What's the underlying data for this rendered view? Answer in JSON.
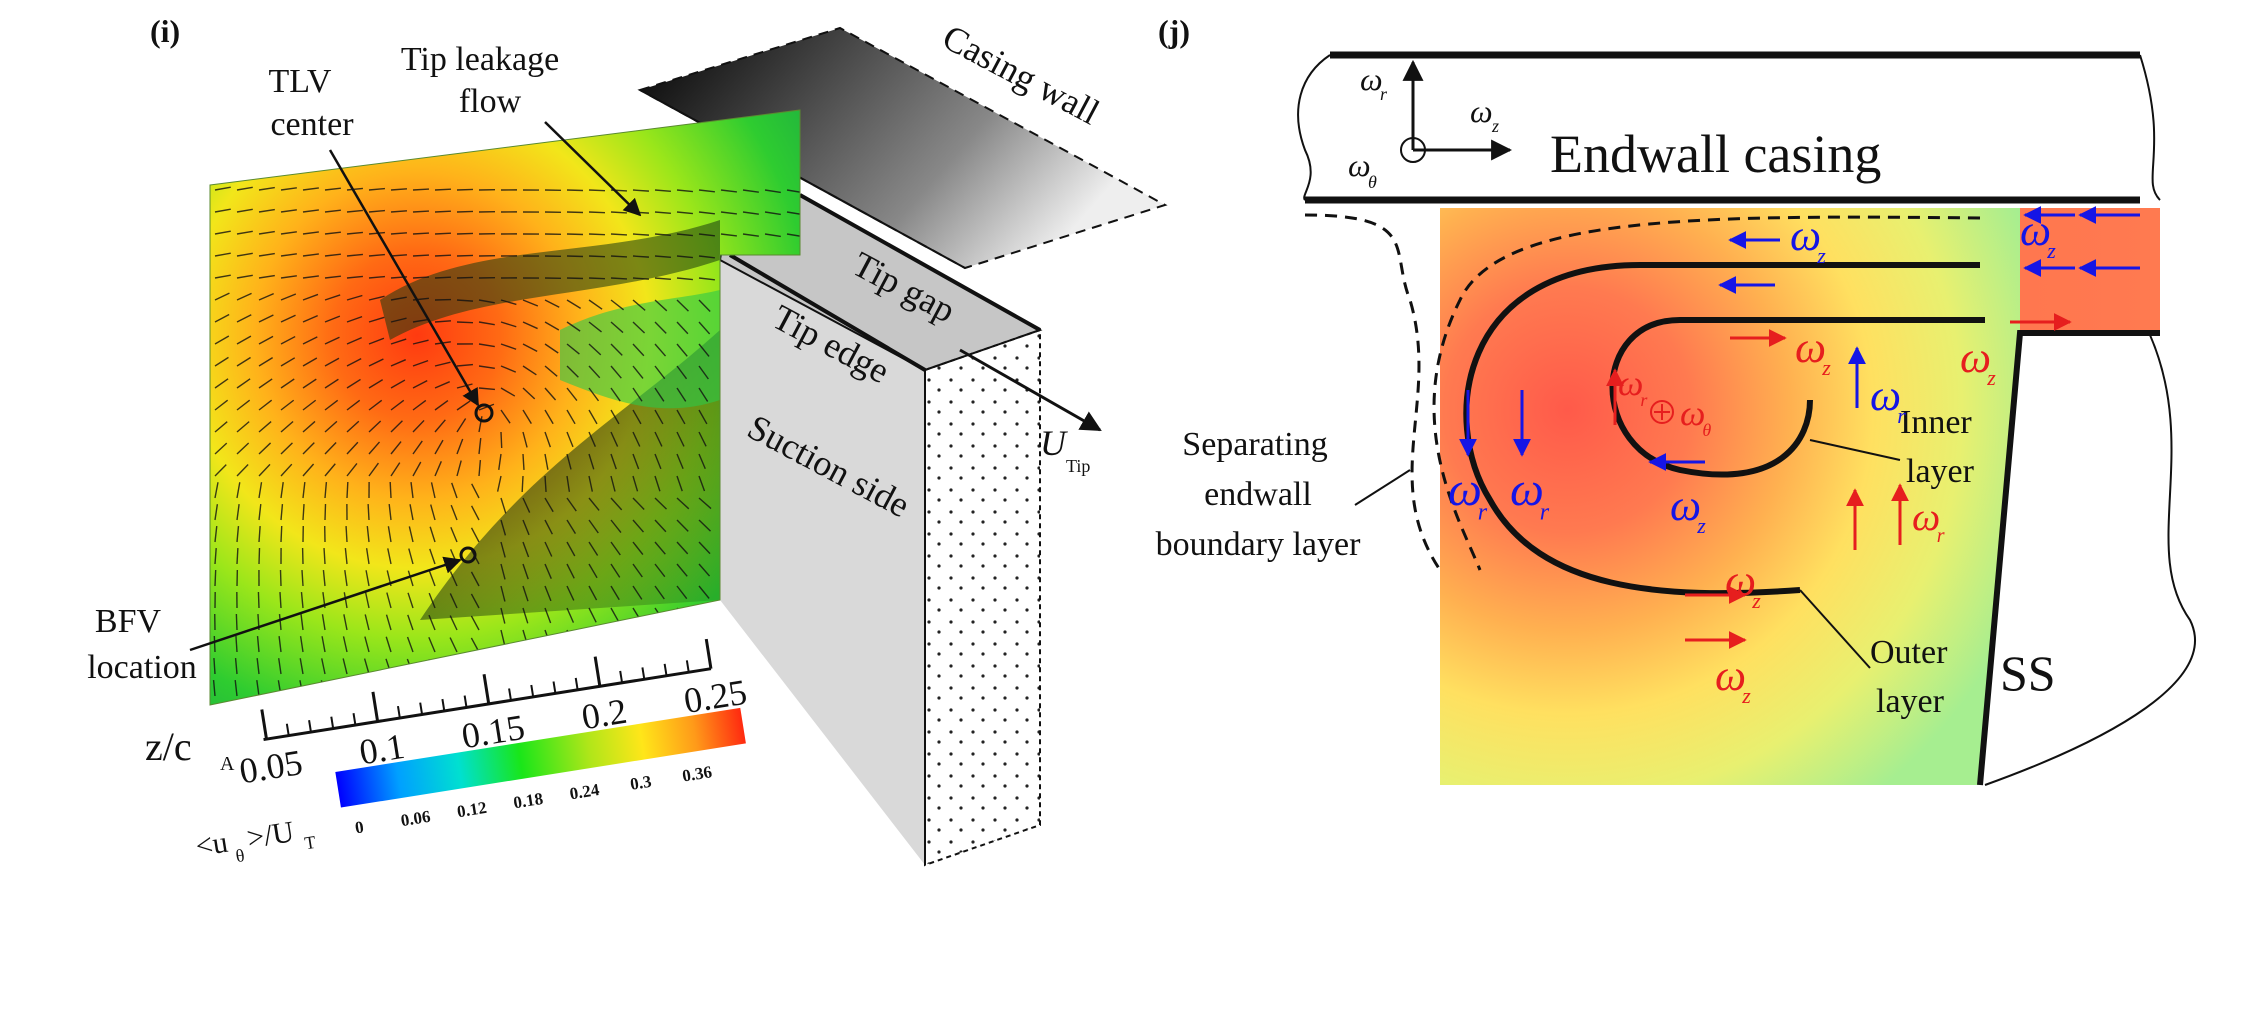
{
  "left_panel": {
    "panel_label": "(i)",
    "labels": {
      "tlv_1": "TLV",
      "tlv_2": "center",
      "tlf_1": "Tip leakage",
      "tlf_2": "flow",
      "casing_wall": "Casing wall",
      "tip_gap": "Tip gap",
      "tip_edge": "Tip edge",
      "suction_side": "Suction side",
      "u_tip": "U",
      "u_tip_sub": "Tip",
      "bfv_1": "BFV",
      "bfv_2": "location"
    },
    "z_axis": {
      "label_main": "z/c",
      "label_sub": "A",
      "ticks": [
        "0.05",
        "0.1",
        "0.15",
        "0.2",
        "0.25"
      ]
    },
    "colorbar": {
      "label_prefix": "<u",
      "label_sub": "θ",
      "label_mid": ">/U",
      "label_sub2": "T",
      "ticks": [
        "0",
        "0.06",
        "0.12",
        "0.18",
        "0.24",
        "0.3",
        "0.36"
      ],
      "colors": [
        "#0000ff",
        "#00b0ff",
        "#00e5c8",
        "#19e619",
        "#a8e619",
        "#ffe619",
        "#ffa619",
        "#ff3b10"
      ]
    }
  },
  "right_panel": {
    "panel_label": "(j)",
    "endwall_casing": "Endwall casing",
    "axis_r": "ω",
    "axis_r_sub": "r",
    "axis_z": "ω",
    "axis_z_sub": "z",
    "axis_theta": "ω",
    "axis_theta_sub": "θ",
    "separating_1": "Separating",
    "separating_2": "endwall",
    "separating_3": "boundary layer",
    "inner_1": "Inner",
    "inner_2": "layer",
    "outer_1": "Outer",
    "outer_2": "layer",
    "ss": "SS",
    "omega": "ω",
    "sub_z": "z",
    "sub_r": "r",
    "sub_theta": "θ",
    "colors": {
      "blue": "#1515e6",
      "red": "#e61e1e"
    }
  }
}
